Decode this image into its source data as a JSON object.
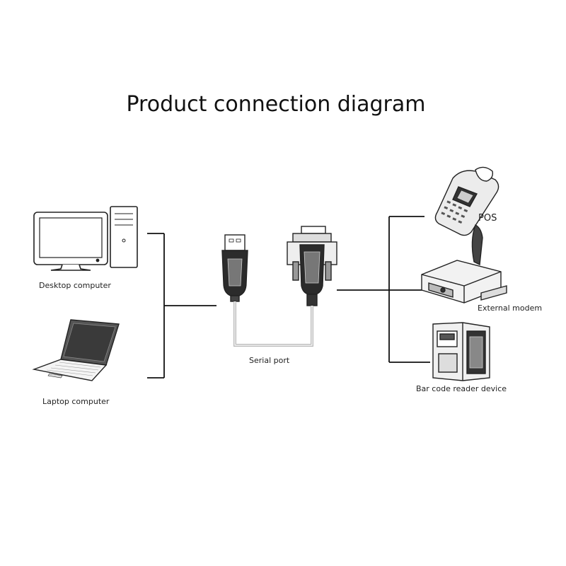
{
  "title": "Product connection diagram",
  "left_devices": {
    "desktop_label": "Desktop computer",
    "laptop_label": "Laptop computer"
  },
  "cable": {
    "label": "Serial port"
  },
  "right_devices": {
    "pos_label": "POS",
    "modem_label": "External modem",
    "barcode_label": "Bar code reader device"
  }
}
